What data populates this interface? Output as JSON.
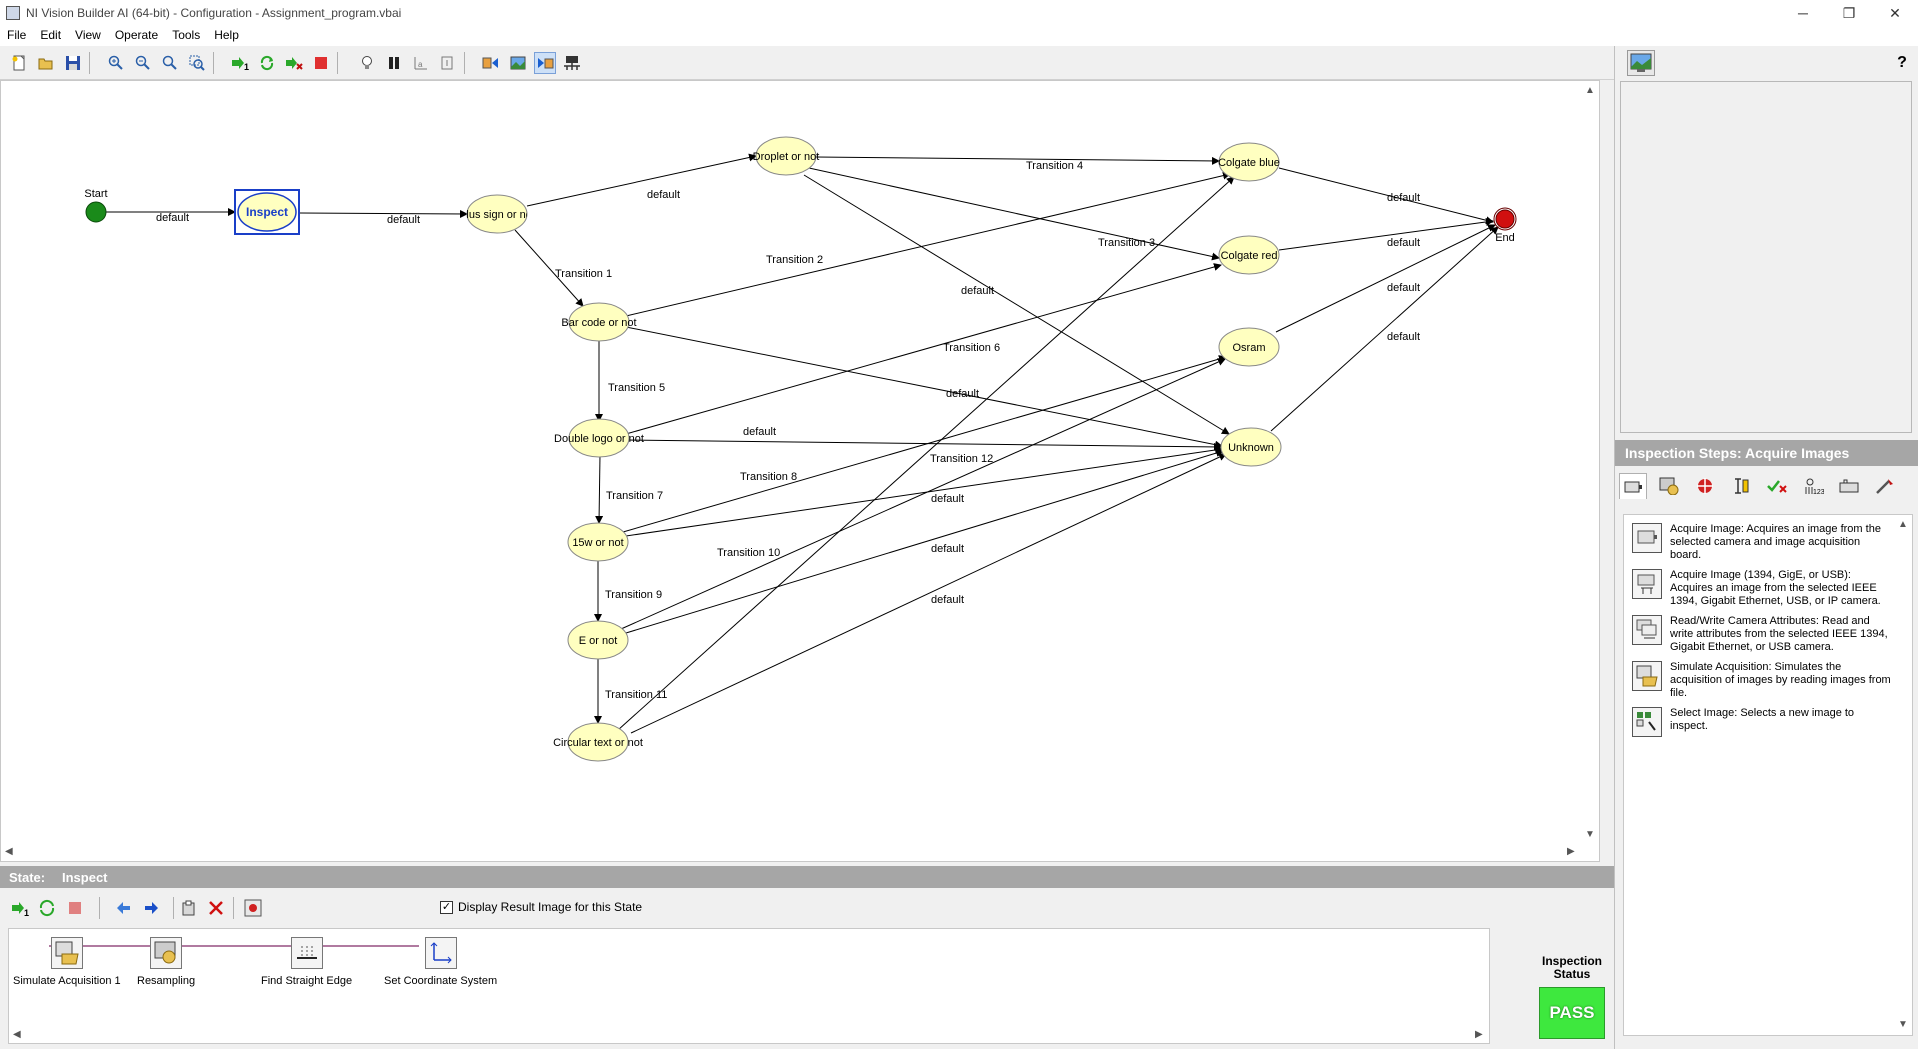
{
  "window": {
    "title": "NI Vision Builder AI (64-bit) - Configuration - Assignment_program.vbai",
    "minimize_glyph": "─",
    "maximize_glyph": "❐",
    "close_glyph": "✕"
  },
  "menu": [
    "File",
    "Edit",
    "View",
    "Operate",
    "Tools",
    "Help"
  ],
  "toolbar_icons": [
    "new-icon",
    "open-icon",
    "save-icon",
    "zoom-in-icon",
    "zoom-out-icon",
    "zoom-fit-icon",
    "zoom-area-icon",
    "run-once-icon",
    "run-loop-icon",
    "run-stop-on-fail-icon",
    "stop-icon",
    "highlight-icon",
    "pause-icon",
    "step-icon",
    "breakpoint-icon",
    "image-nav-icon",
    "image-view-icon",
    "image-browse-icon",
    "network-icon"
  ],
  "diagram": {
    "nodes": {
      "start": "Start",
      "inspect": "Inspect",
      "plus_sign": "Plus sign or not",
      "droplet": "Droplet or not",
      "bar_code": "Bar code or not",
      "double_logo": "Double logo or not",
      "fifteen_w": "15w or not",
      "e_or_not": "E or not",
      "circular_text": "Circular text or not",
      "colgate_blue": "Colgate blue",
      "colgate_red": "Colgate red",
      "osram": "Osram",
      "unknown": "Unknown",
      "end": "End"
    },
    "edges": {
      "start_inspect": "default",
      "inspect_plus": "default",
      "plus_droplet": "default",
      "plus_bar": "Transition 1",
      "droplet_blue": "Transition 4",
      "droplet_red": "Transition 3",
      "droplet_unknown": "default",
      "bar_blue": "Transition 2",
      "bar_double": "Transition 5",
      "bar_unknown": "Transition 6",
      "double_red": "default",
      "double_unknown": "default",
      "double_15w": "Transition 7",
      "fifteen_osram": "Transition 8",
      "fifteen_unknown": "default",
      "fifteen_e": "Transition 9",
      "e_osram": "Transition 10",
      "e_unknown": "default",
      "e_circular": "Transition 11",
      "circ_blue": "Transition 12",
      "circ_unknown": "default",
      "blue_end": "default",
      "red_end": "default",
      "osram_end": "default",
      "unknown_end": "default"
    }
  },
  "state": {
    "label": "State:",
    "name": "Inspect",
    "display_result_label": "Display Result Image for this State",
    "display_result_checked": true,
    "steps": [
      "Simulate Acquisition 1",
      "Resampling",
      "Find Straight Edge",
      "Set Coordinate System"
    ]
  },
  "inspection_status": {
    "title_line1": "Inspection",
    "title_line2": "Status",
    "result": "PASS",
    "result_color": "#3ee83e"
  },
  "right_panel": {
    "steps_title": "Inspection Steps: Acquire Images",
    "palette_tabs": [
      "acquire-images-tab-icon",
      "enhance-images-tab-icon",
      "locate-features-tab-icon",
      "measure-features-tab-icon",
      "check-presence-tab-icon",
      "identify-parts-tab-icon",
      "use-additional-tools-tab-icon",
      "communicate-tab-icon"
    ],
    "step_items": [
      {
        "text": "Acquire Image:  Acquires an image from the selected camera and image acquisition board."
      },
      {
        "text": "Acquire Image (1394, GigE, or USB):  Acquires an image from the selected IEEE 1394, Gigabit Ethernet, USB, or IP camera."
      },
      {
        "text": "Read/Write Camera Attributes:  Read and write attributes from the selected IEEE 1394, Gigabit Ethernet, or USB camera."
      },
      {
        "text": "Simulate Acquisition:  Simulates the acquisition of images by reading images from file."
      },
      {
        "text": "Select Image:  Selects a new image to inspect."
      }
    ]
  },
  "colors": {
    "node_fill": "#ffffc0",
    "start_fill": "#1a8a1a",
    "end_fill": "#d01010",
    "selected_border": "#1a3fc8",
    "panel_header": "#a6a6a6"
  }
}
